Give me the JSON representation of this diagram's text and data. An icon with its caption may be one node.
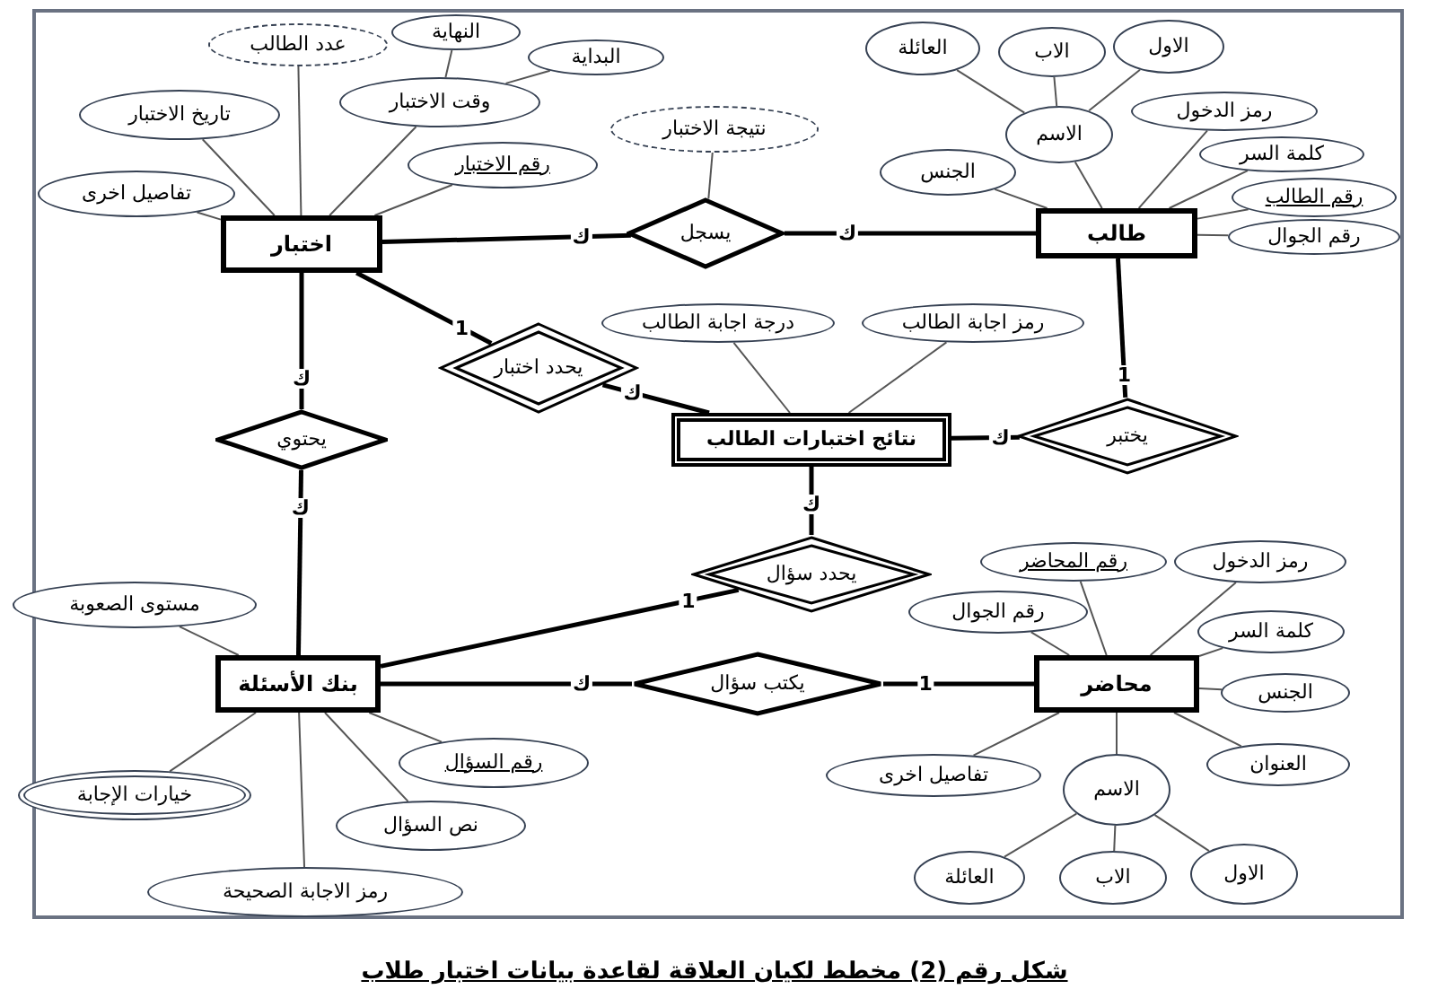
{
  "diagram": {
    "caption": "شكل رقم (2) مخطط لكيان العلاقة لقاعدة بيانات اختبار طلاب",
    "nodes": [
      {
        "text": [
          "عدد الطالب"
        ]
      },
      {
        "text": [
          "النهاية"
        ]
      },
      {
        "text": [
          "البداية"
        ]
      },
      {
        "text": [
          "وقت الاختبار"
        ]
      },
      {
        "text": [
          "تاريخ الاختبار"
        ]
      },
      {
        "text": [
          "رقم الاختبار"
        ]
      },
      {
        "text": [
          "تفاصيل اخرى"
        ]
      },
      {
        "text": [
          "اختبار"
        ]
      },
      {
        "text": [
          "نتيجة الاختبار"
        ]
      },
      {
        "text": [
          "يسجل"
        ]
      },
      {
        "text": [
          "العائلة"
        ]
      },
      {
        "text": [
          "الاب"
        ]
      },
      {
        "text": [
          "الاول"
        ]
      },
      {
        "text": [
          "الاسم"
        ]
      },
      {
        "text": [
          "الجنس"
        ]
      },
      {
        "text": [
          "رمز الدخول"
        ]
      },
      {
        "text": [
          "كلمة السر"
        ]
      },
      {
        "text": [
          "رقم الطالب"
        ]
      },
      {
        "text": [
          "رقم الجوال"
        ]
      },
      {
        "text": [
          "طالب"
        ]
      },
      {
        "text": [
          "يحدد اختبار"
        ]
      },
      {
        "text": [
          "يحتوي"
        ]
      },
      {
        "text": [
          "درجة اجابة الطالب"
        ]
      },
      {
        "text": [
          "رمز اجابة الطالب"
        ]
      },
      {
        "text": [
          "نتائج اختبارات الطالب"
        ]
      },
      {
        "text": [
          "يختبر"
        ]
      },
      {
        "text": [
          "يحدد سؤال"
        ]
      },
      {
        "text": [
          "مستوى الصعوبة"
        ]
      },
      {
        "text": [
          "بنك الأسئلة"
        ]
      },
      {
        "text": [
          "يكتب سؤال"
        ]
      },
      {
        "text": [
          "رقم المحاضر"
        ]
      },
      {
        "text": [
          "رمز الدخول"
        ]
      },
      {
        "text": [
          "رقم الجوال"
        ]
      },
      {
        "text": [
          "كلمة السر"
        ]
      },
      {
        "text": [
          "محاضر"
        ]
      },
      {
        "text": [
          "الجنس"
        ]
      },
      {
        "text": [
          "خيارات الإجابة"
        ]
      },
      {
        "text": [
          "رقم السؤال"
        ]
      },
      {
        "text": [
          "نص السؤال"
        ]
      },
      {
        "text": [
          "العنوان"
        ]
      },
      {
        "text": [
          "تفاصيل اخرى"
        ]
      },
      {
        "text": [
          "الاسم"
        ]
      },
      {
        "text": [
          "العائلة"
        ]
      },
      {
        "text": [
          "الاب"
        ]
      },
      {
        "text": [
          "الاول"
        ]
      },
      {
        "text": [
          "رمز الاجابة الصحيحة"
        ]
      }
    ],
    "edges": [
      {
        "from": 7,
        "to": 0,
        "arrow": "none"
      },
      {
        "from": 7,
        "to": 3,
        "arrow": "none"
      },
      {
        "from": 3,
        "to": 1,
        "arrow": "none"
      },
      {
        "from": 3,
        "to": 2,
        "arrow": "none"
      },
      {
        "from": 7,
        "to": 4,
        "arrow": "none"
      },
      {
        "from": 7,
        "to": 5,
        "arrow": "none"
      },
      {
        "from": 7,
        "to": 6,
        "arrow": "none"
      },
      {
        "from": 9,
        "to": 8,
        "arrow": "none"
      },
      {
        "from": 19,
        "to": 13,
        "arrow": "none"
      },
      {
        "from": 13,
        "to": 10,
        "arrow": "none"
      },
      {
        "from": 13,
        "to": 11,
        "arrow": "none"
      },
      {
        "from": 13,
        "to": 12,
        "arrow": "none"
      },
      {
        "from": 19,
        "to": 14,
        "arrow": "none"
      },
      {
        "from": 19,
        "to": 15,
        "arrow": "none"
      },
      {
        "from": 19,
        "to": 16,
        "arrow": "none"
      },
      {
        "from": 19,
        "to": 17,
        "arrow": "none"
      },
      {
        "from": 19,
        "to": 18,
        "arrow": "none"
      },
      {
        "from": 24,
        "to": 22,
        "arrow": "none"
      },
      {
        "from": 24,
        "to": 23,
        "arrow": "none"
      },
      {
        "from": 28,
        "to": 27,
        "arrow": "none"
      },
      {
        "from": 28,
        "to": 36,
        "arrow": "none"
      },
      {
        "from": 28,
        "to": 37,
        "arrow": "none"
      },
      {
        "from": 28,
        "to": 38,
        "arrow": "none"
      },
      {
        "from": 28,
        "to": 45,
        "arrow": "none"
      },
      {
        "from": 34,
        "to": 30,
        "arrow": "none"
      },
      {
        "from": 34,
        "to": 31,
        "arrow": "none"
      },
      {
        "from": 34,
        "to": 32,
        "arrow": "none"
      },
      {
        "from": 34,
        "to": 33,
        "arrow": "none"
      },
      {
        "from": 34,
        "to": 35,
        "arrow": "none"
      },
      {
        "from": 34,
        "to": 39,
        "arrow": "none"
      },
      {
        "from": 34,
        "to": 40,
        "arrow": "none"
      },
      {
        "from": 34,
        "to": 41,
        "arrow": "none"
      },
      {
        "from": 41,
        "to": 42,
        "arrow": "none"
      },
      {
        "from": 41,
        "to": 43,
        "arrow": "none"
      },
      {
        "from": 41,
        "to": 44,
        "arrow": "none"
      },
      {
        "from": 7,
        "to": 9,
        "arrow": "none",
        "label": "ك",
        "style": "thick"
      },
      {
        "from": 19,
        "to": 9,
        "arrow": "none",
        "label": "ك",
        "style": "thick"
      },
      {
        "from": 7,
        "to": 20,
        "arrow": "none",
        "label": "1",
        "style": "thick"
      },
      {
        "from": 24,
        "to": 20,
        "arrow": "none",
        "label": "ك",
        "style": "thick"
      },
      {
        "from": 7,
        "to": 21,
        "arrow": "none",
        "label": "ك",
        "style": "thick"
      },
      {
        "from": 28,
        "to": 21,
        "arrow": "none",
        "label": "ك",
        "style": "thick"
      },
      {
        "from": 19,
        "to": 25,
        "arrow": "none",
        "label": "1",
        "style": "thick"
      },
      {
        "from": 24,
        "to": 25,
        "arrow": "none",
        "label": "ك",
        "style": "thick"
      },
      {
        "from": 24,
        "to": 26,
        "arrow": "none",
        "label": "ك",
        "style": "thick"
      },
      {
        "from": 28,
        "to": 26,
        "arrow": "none",
        "label": "1",
        "style": "thick"
      },
      {
        "from": 28,
        "to": 29,
        "arrow": "none",
        "label": "ك",
        "style": "thick"
      },
      {
        "from": 34,
        "to": 29,
        "arrow": "none",
        "label": "1",
        "style": "thick"
      }
    ]
  }
}
